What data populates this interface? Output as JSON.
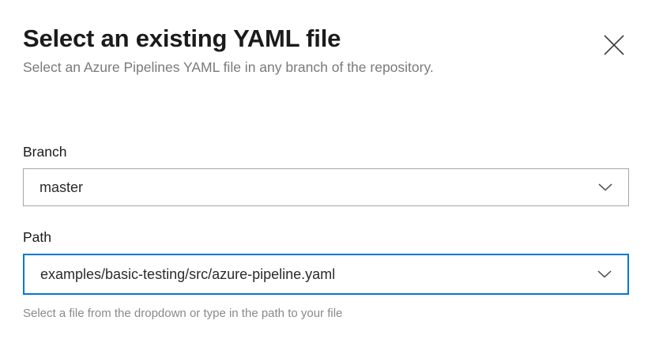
{
  "dialog": {
    "title": "Select an existing YAML file",
    "subtitle": "Select an Azure Pipelines YAML file in any branch of the repository.",
    "close_icon": "close-icon",
    "close_label": "Close"
  },
  "form": {
    "branch": {
      "label": "Branch",
      "value": "master",
      "placeholder": "Select a branch",
      "chevron_icon": "chevron-down-icon",
      "focused": false
    },
    "path": {
      "label": "Path",
      "value": "examples/basic-testing/src/azure-pipeline.yaml",
      "placeholder": "Select a path",
      "chevron_icon": "chevron-down-icon",
      "helper_text": "Select a file from the dropdown or type in the path to your file",
      "focused": true
    }
  },
  "colors": {
    "accent": "#0078d4",
    "border": "#a6a6a6",
    "text_primary": "#1b1b1b",
    "text_secondary": "#7a7a7a",
    "text_helper": "#8a8a8a",
    "background": "#ffffff"
  }
}
